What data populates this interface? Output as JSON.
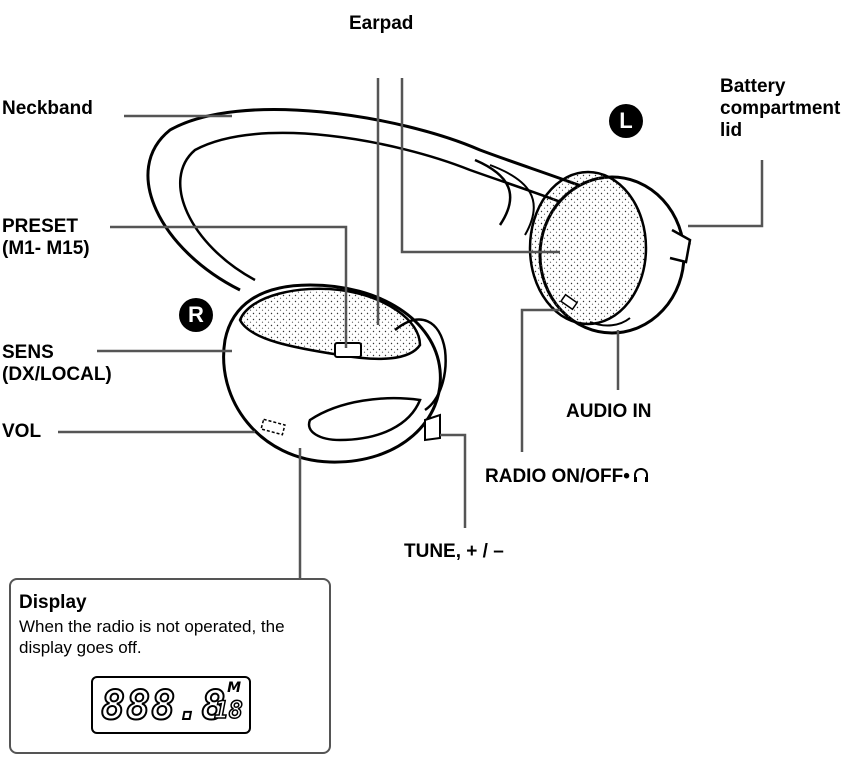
{
  "labels": {
    "earpad": "Earpad",
    "neckband": "Neckband",
    "battery": [
      "Battery",
      "compartment",
      "lid"
    ],
    "preset": [
      "PRESET",
      "(M1- M15)"
    ],
    "sens": [
      "SENS",
      "(DX/LOCAL)"
    ],
    "vol": "VOL",
    "audio_in": "AUDIO IN",
    "radio_onoff": "RADIO ON/OFF•",
    "tune": "TUNE, + / –"
  },
  "badges": {
    "left": "L",
    "right": "R"
  },
  "display_box": {
    "title": "Display",
    "description": "When the radio is not operated, the display goes off.",
    "lcd_digits": "888.8",
    "lcd_m": "M",
    "lcd_small": "18"
  },
  "icons": {
    "headphone": "headphone-icon"
  }
}
